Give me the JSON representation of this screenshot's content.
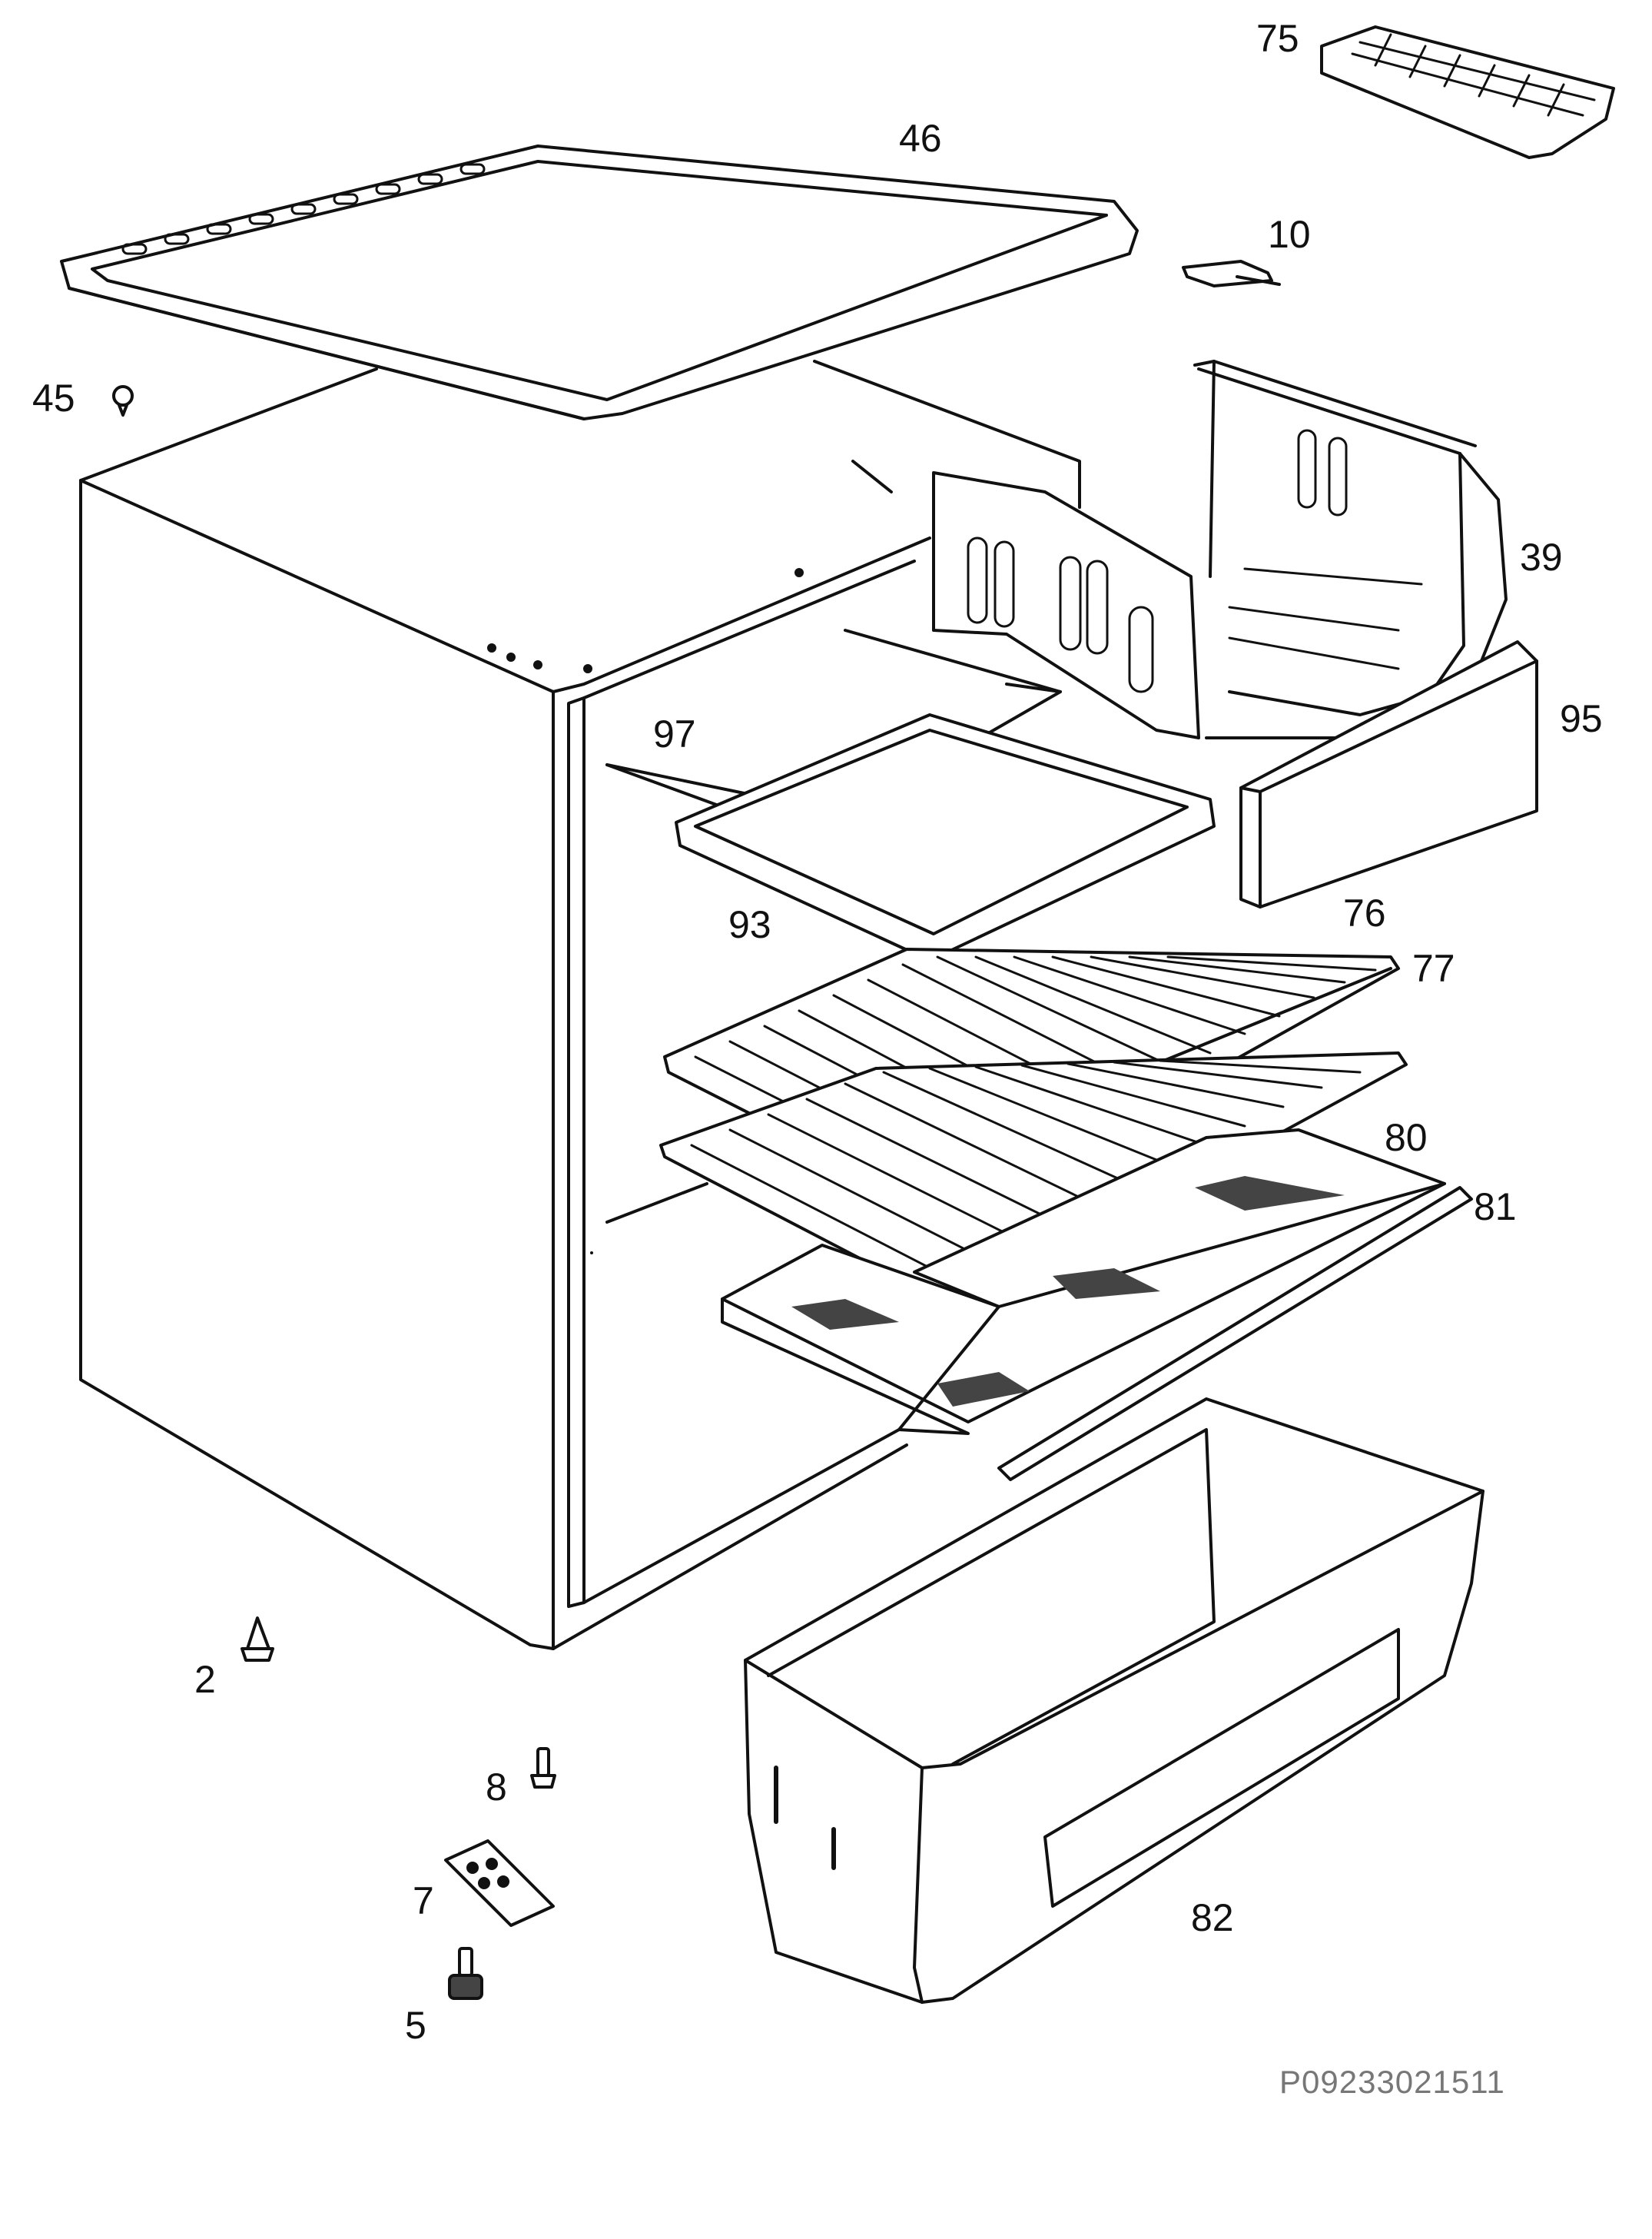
{
  "diagram": {
    "reference_code": "P09233021511",
    "callouts": {
      "p75": "75",
      "p46": "46",
      "p10": "10",
      "p45": "45",
      "p39": "39",
      "p95": "95",
      "p97": "97",
      "p93": "93",
      "p76": "76",
      "p77": "77",
      "p80": "80",
      "p81": "81",
      "p2": "2",
      "p8": "8",
      "p7": "7",
      "p82": "82",
      "p5": "5"
    }
  }
}
